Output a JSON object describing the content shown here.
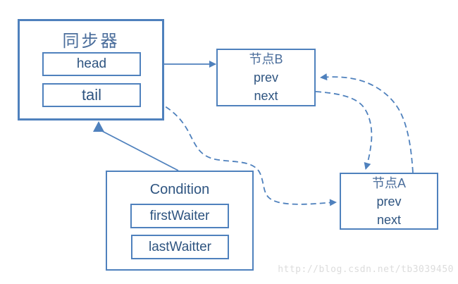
{
  "colors": {
    "accent": "#4f81bd",
    "title_text": "#4a6d9b",
    "field_text": "#2e5480",
    "watermark_text": "#dcdcdc"
  },
  "diagram": {
    "synchronizer": {
      "title": "同步器",
      "fields": [
        {
          "label": "head"
        },
        {
          "label": "tail"
        }
      ]
    },
    "node_b": {
      "title": "节点B",
      "fields": [
        "prev",
        "next"
      ]
    },
    "node_a": {
      "title": "节点A",
      "fields": [
        "prev",
        "next"
      ]
    },
    "condition": {
      "title": "Condition",
      "fields": [
        {
          "label": "firstWaiter"
        },
        {
          "label": "lastWaitter"
        }
      ]
    },
    "edges": [
      {
        "from": "synchronizer.head",
        "to": "node_b",
        "style": "solid"
      },
      {
        "from": "condition",
        "to": "synchronizer",
        "style": "solid"
      },
      {
        "from": "synchronizer.tail",
        "to": "node_a",
        "style": "dashed"
      },
      {
        "from": "node_b.next",
        "to": "node_a",
        "style": "dashed"
      },
      {
        "from": "node_a.prev",
        "to": "node_b",
        "style": "dashed"
      }
    ]
  },
  "watermark": "http://blog.csdn.net/tb3039450"
}
